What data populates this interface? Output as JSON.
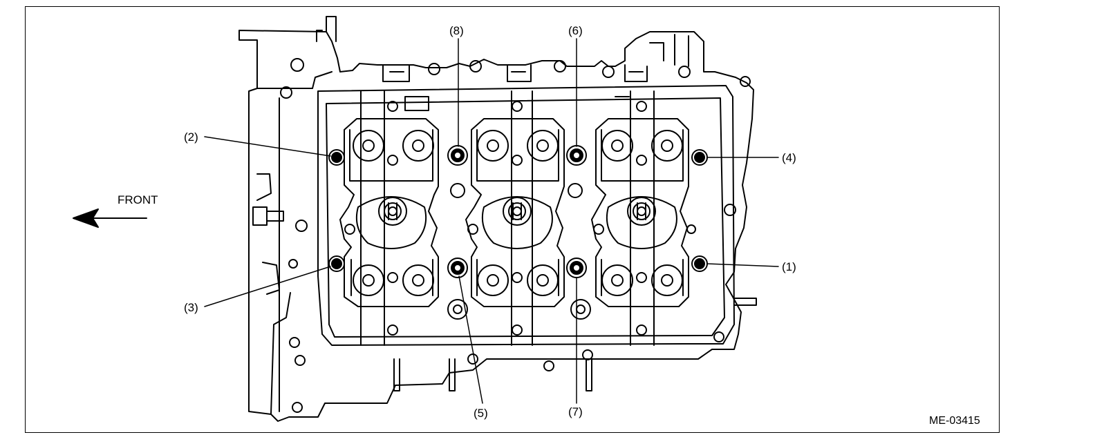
{
  "figure": {
    "direction_label": "FRONT",
    "reference_code": "ME-03415",
    "callouts": [
      "(1)",
      "(2)",
      "(3)",
      "(4)",
      "(5)",
      "(6)",
      "(7)",
      "(8)"
    ]
  },
  "colors": {
    "line": "#000000",
    "background": "#ffffff"
  },
  "icons": {
    "direction_arrow": "arrow-left-icon"
  }
}
